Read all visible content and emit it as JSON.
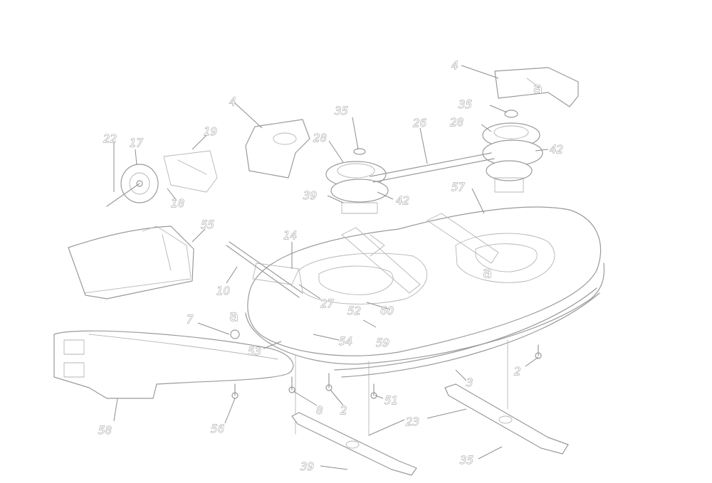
{
  "diagram": {
    "callouts": [
      {
        "id": "c-4-top-right",
        "label": "4"
      },
      {
        "id": "c-4-left",
        "label": "4"
      },
      {
        "id": "c-35-top",
        "label": "35"
      },
      {
        "id": "c-35-top-right",
        "label": "35"
      },
      {
        "id": "c-26",
        "label": "26"
      },
      {
        "id": "c-28-left",
        "label": "28"
      },
      {
        "id": "c-28-right",
        "label": "28"
      },
      {
        "id": "c-42-left",
        "label": "42"
      },
      {
        "id": "c-42-right",
        "label": "42"
      },
      {
        "id": "c-22",
        "label": "22"
      },
      {
        "id": "c-17",
        "label": "17"
      },
      {
        "id": "c-19",
        "label": "19"
      },
      {
        "id": "c-18",
        "label": "18"
      },
      {
        "id": "c-39-mid",
        "label": "39"
      },
      {
        "id": "c-57",
        "label": "57"
      },
      {
        "id": "c-55",
        "label": "55"
      },
      {
        "id": "c-14",
        "label": "14"
      },
      {
        "id": "c-10",
        "label": "10"
      },
      {
        "id": "c-7",
        "label": "7"
      },
      {
        "id": "c-27",
        "label": "27"
      },
      {
        "id": "c-52",
        "label": "52"
      },
      {
        "id": "c-60",
        "label": "60"
      },
      {
        "id": "c-59",
        "label": "59"
      },
      {
        "id": "c-54",
        "label": "54"
      },
      {
        "id": "c-53",
        "label": "53"
      },
      {
        "id": "c-2-right",
        "label": "2"
      },
      {
        "id": "c-3",
        "label": "3"
      },
      {
        "id": "c-51",
        "label": "51"
      },
      {
        "id": "c-8",
        "label": "8"
      },
      {
        "id": "c-2-bottom",
        "label": "2"
      },
      {
        "id": "c-23",
        "label": "23"
      },
      {
        "id": "c-56-right",
        "label": "56"
      },
      {
        "id": "c-58",
        "label": "58"
      },
      {
        "id": "c-39-bottom",
        "label": "39"
      },
      {
        "id": "c-35-bottom",
        "label": "35"
      }
    ],
    "reference_letters": [
      {
        "id": "a-deck",
        "label": "a"
      },
      {
        "id": "a-left",
        "label": "a"
      },
      {
        "id": "a-bracket",
        "label": "a"
      }
    ]
  }
}
